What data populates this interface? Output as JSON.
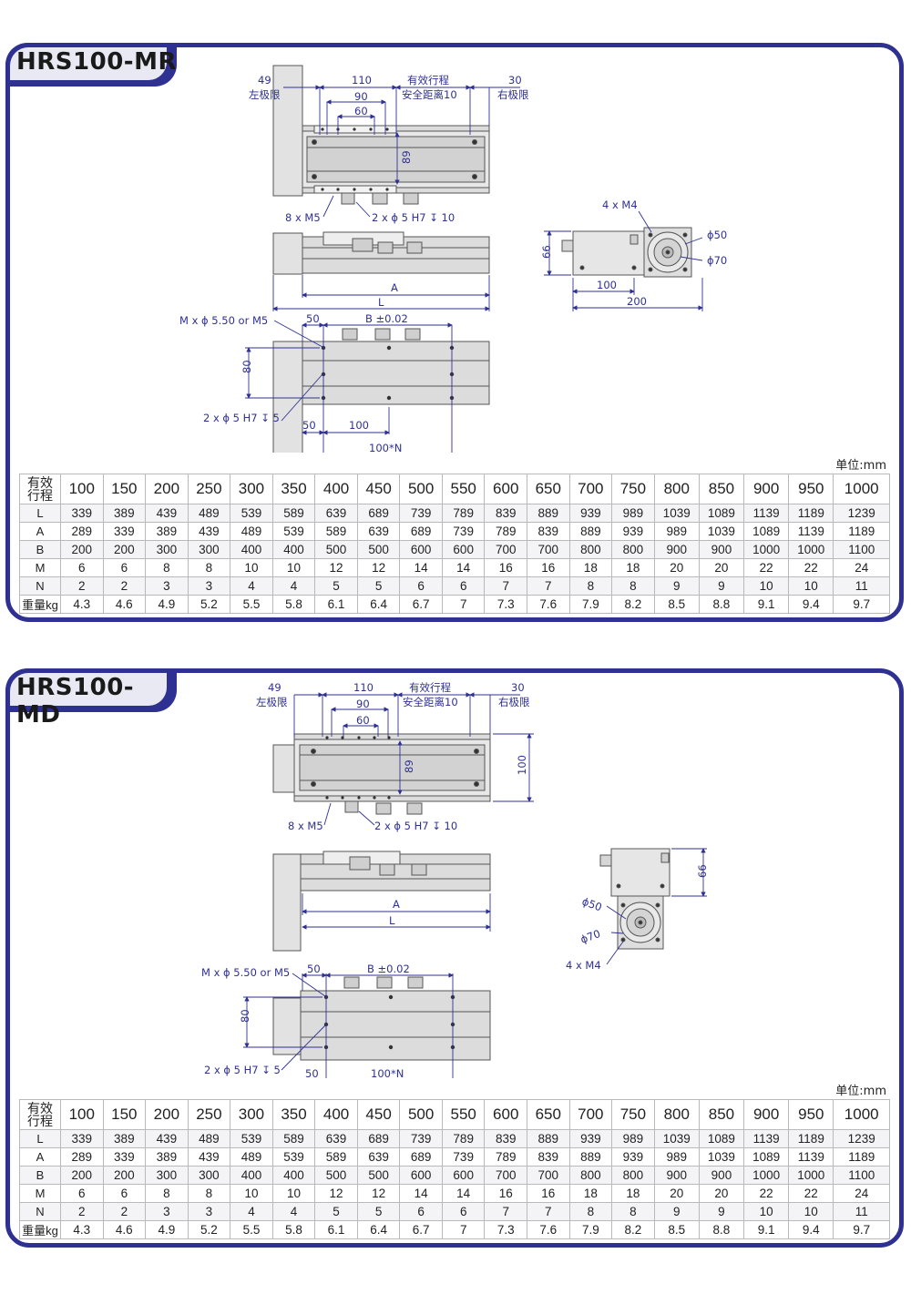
{
  "colors": {
    "accent": "#2f3192",
    "dim": "#2f3192",
    "line": "#555555",
    "body": "#d8d8d8"
  },
  "unit_label": "单位:mm",
  "sections": [
    {
      "title": "HRS100-MR",
      "labels": {
        "d49": "49",
        "left_limit": "左极限",
        "d110": "110",
        "effective": "有效行程",
        "safety": "安全距离10",
        "d30": "30",
        "right_limit": "右极限",
        "d90": "90",
        "d60": "60",
        "d89": "89",
        "m5": "8 x M5",
        "hole10": "2 x ϕ 5 H7 ↧ 10",
        "A": "A",
        "L": "L",
        "m4": "4 x M4",
        "d66": "66",
        "d50": "ϕ50",
        "d70": "ϕ70",
        "d100": "100",
        "d200": "200",
        "mhole": "M x ϕ 5.50 or M5",
        "d50b": "50",
        "B": "B ±0.02",
        "d80": "80",
        "hole5": "2 x ϕ 5 H7 ↧ 5",
        "d50c": "50",
        "d100b": "100",
        "d100n": "100*N"
      },
      "table": {
        "header_label": [
          "有效",
          "行程"
        ],
        "strokes": [
          "100",
          "150",
          "200",
          "250",
          "300",
          "350",
          "400",
          "450",
          "500",
          "550",
          "600",
          "650",
          "700",
          "750",
          "800",
          "850",
          "900",
          "950",
          "1000"
        ],
        "rows": [
          {
            "label": "L",
            "values": [
              "339",
              "389",
              "439",
              "489",
              "539",
              "589",
              "639",
              "689",
              "739",
              "789",
              "839",
              "889",
              "939",
              "989",
              "1039",
              "1089",
              "1139",
              "1189",
              "1239"
            ]
          },
          {
            "label": "A",
            "values": [
              "289",
              "339",
              "389",
              "439",
              "489",
              "539",
              "589",
              "639",
              "689",
              "739",
              "789",
              "839",
              "889",
              "939",
              "989",
              "1039",
              "1089",
              "1139",
              "1189"
            ]
          },
          {
            "label": "B",
            "values": [
              "200",
              "200",
              "300",
              "300",
              "400",
              "400",
              "500",
              "500",
              "600",
              "600",
              "700",
              "700",
              "800",
              "800",
              "900",
              "900",
              "1000",
              "1000",
              "1100"
            ]
          },
          {
            "label": "M",
            "values": [
              "6",
              "6",
              "8",
              "8",
              "10",
              "10",
              "12",
              "12",
              "14",
              "14",
              "16",
              "16",
              "18",
              "18",
              "20",
              "20",
              "22",
              "22",
              "24"
            ]
          },
          {
            "label": "N",
            "values": [
              "2",
              "2",
              "3",
              "3",
              "4",
              "4",
              "5",
              "5",
              "6",
              "6",
              "7",
              "7",
              "8",
              "8",
              "9",
              "9",
              "10",
              "10",
              "11"
            ]
          },
          {
            "label": "重量kg",
            "values": [
              "4.3",
              "4.6",
              "4.9",
              "5.2",
              "5.5",
              "5.8",
              "6.1",
              "6.4",
              "6.7",
              "7",
              "7.3",
              "7.6",
              "7.9",
              "8.2",
              "8.5",
              "8.8",
              "9.1",
              "9.4",
              "9.7"
            ]
          }
        ]
      }
    },
    {
      "title": "HRS100-MD",
      "labels": {
        "d49": "49",
        "left_limit": "左极限",
        "d110": "110",
        "effective": "有效行程",
        "safety": "安全距离10",
        "d30": "30",
        "right_limit": "右极限",
        "d90": "90",
        "d60": "60",
        "d89": "89",
        "d100h": "100",
        "m5": "8 x M5",
        "hole10": "2 x ϕ 5 H7 ↧ 10",
        "A": "A",
        "L": "L",
        "d66": "66",
        "d50": "ϕ50",
        "d70": "ϕ70",
        "m4": "4 x M4",
        "mhole": "M x ϕ 5.50 or M5",
        "d50b": "50",
        "B": "B ±0.02",
        "d80": "80",
        "hole5": "2 x ϕ 5 H7 ↧ 5",
        "d50c": "50",
        "d100n": "100*N"
      },
      "table": {
        "header_label": [
          "有效",
          "行程"
        ],
        "strokes": [
          "100",
          "150",
          "200",
          "250",
          "300",
          "350",
          "400",
          "450",
          "500",
          "550",
          "600",
          "650",
          "700",
          "750",
          "800",
          "850",
          "900",
          "950",
          "1000"
        ],
        "rows": [
          {
            "label": "L",
            "values": [
              "339",
              "389",
              "439",
              "489",
              "539",
              "589",
              "639",
              "689",
              "739",
              "789",
              "839",
              "889",
              "939",
              "989",
              "1039",
              "1089",
              "1139",
              "1189",
              "1239"
            ]
          },
          {
            "label": "A",
            "values": [
              "289",
              "339",
              "389",
              "439",
              "489",
              "539",
              "589",
              "639",
              "689",
              "739",
              "789",
              "839",
              "889",
              "939",
              "989",
              "1039",
              "1089",
              "1139",
              "1189"
            ]
          },
          {
            "label": "B",
            "values": [
              "200",
              "200",
              "300",
              "300",
              "400",
              "400",
              "500",
              "500",
              "600",
              "600",
              "700",
              "700",
              "800",
              "800",
              "900",
              "900",
              "1000",
              "1000",
              "1100"
            ]
          },
          {
            "label": "M",
            "values": [
              "6",
              "6",
              "8",
              "8",
              "10",
              "10",
              "12",
              "12",
              "14",
              "14",
              "16",
              "16",
              "18",
              "18",
              "20",
              "20",
              "22",
              "22",
              "24"
            ]
          },
          {
            "label": "N",
            "values": [
              "2",
              "2",
              "3",
              "3",
              "4",
              "4",
              "5",
              "5",
              "6",
              "6",
              "7",
              "7",
              "8",
              "8",
              "9",
              "9",
              "10",
              "10",
              "11"
            ]
          },
          {
            "label": "重量kg",
            "values": [
              "4.3",
              "4.6",
              "4.9",
              "5.2",
              "5.5",
              "5.8",
              "6.1",
              "6.4",
              "6.7",
              "7",
              "7.3",
              "7.6",
              "7.9",
              "8.2",
              "8.5",
              "8.8",
              "9.1",
              "9.4",
              "9.7"
            ]
          }
        ]
      }
    }
  ]
}
